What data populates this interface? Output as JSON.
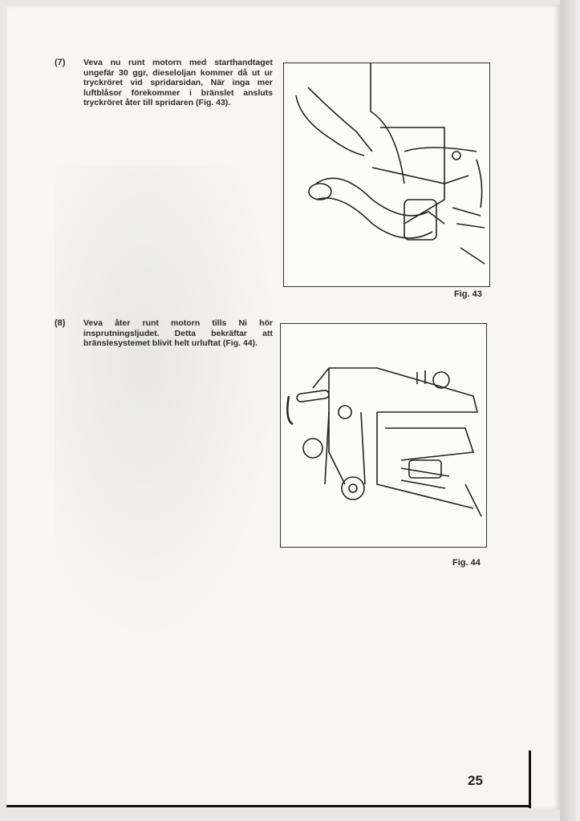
{
  "steps": [
    {
      "number": "(7)",
      "text": "Veva nu runt motorn med starthandtaget ungefär 30 ggr, dieseloljan kommer då ut ur tryckröret vid spridarsidan, När inga mer luftblåsor förekommer i bränslet ansluts tryckröret åter till spridaren (Fig. 43)."
    },
    {
      "number": "(8)",
      "text": "Veva åter runt motorn tills Ni hör insprutningsljudet. Detta bekräftar att bränslesystemet blivit helt urluftat (Fig. 44)."
    }
  ],
  "figures": [
    {
      "caption": "Fig. 43",
      "icon": "injector-line-illustration"
    },
    {
      "caption": "Fig. 44",
      "icon": "engine-crank-illustration"
    }
  ],
  "page_number": "25"
}
